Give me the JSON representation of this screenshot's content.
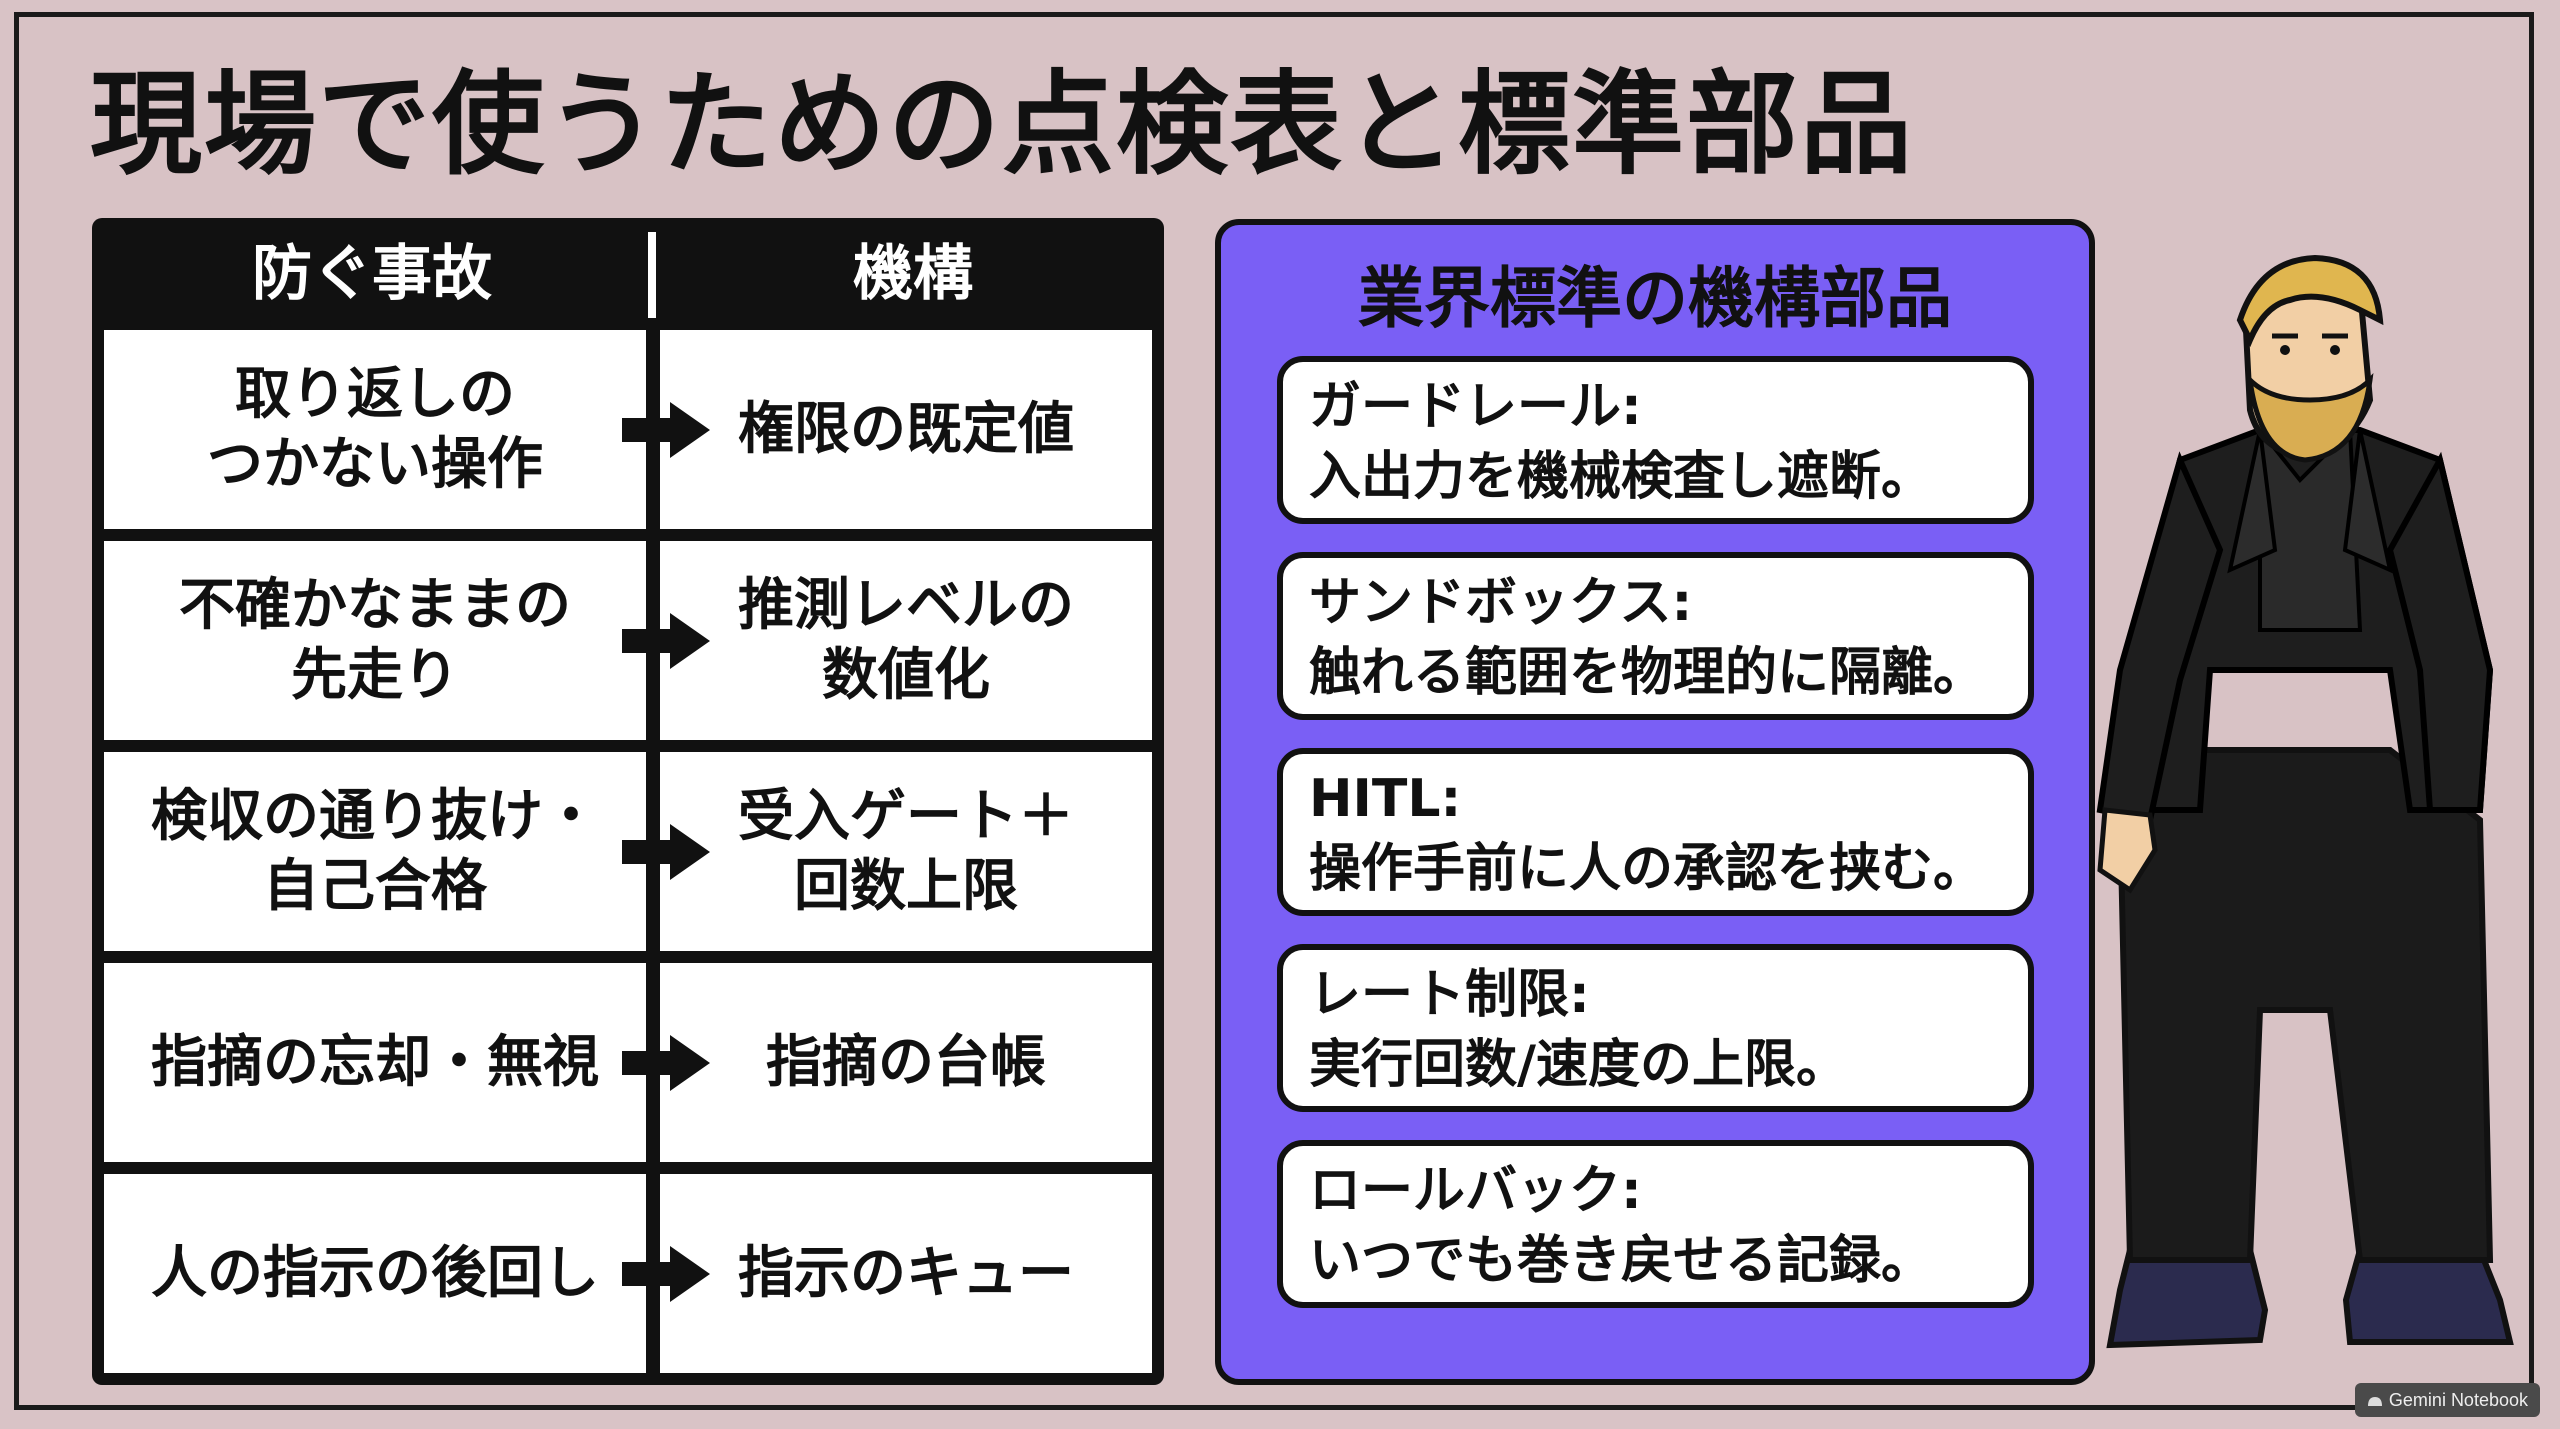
{
  "title": "現場で使うための点検表と標準部品",
  "table": {
    "headers": [
      "防ぐ事故",
      "機構"
    ],
    "rows": [
      {
        "accident": [
          "取り返しの",
          "つかない操作"
        ],
        "mechanism": [
          "権限の既定値"
        ]
      },
      {
        "accident": [
          "不確かなままの",
          "先走り"
        ],
        "mechanism": [
          "推測レベルの",
          "数値化"
        ]
      },
      {
        "accident": [
          "検収の通り抜け・",
          "自己合格"
        ],
        "mechanism": [
          "受入ゲート＋",
          "回数上限"
        ]
      },
      {
        "accident": [
          "指摘の忘却・無視"
        ],
        "mechanism": [
          "指摘の台帳"
        ]
      },
      {
        "accident": [
          "人の指示の後回し"
        ],
        "mechanism": [
          "指示のキュー"
        ]
      }
    ]
  },
  "panel": {
    "title": "業界標準の機構部品",
    "cards": [
      {
        "head": "ガードレール:",
        "body": "入出力を機械検査し遮断。"
      },
      {
        "head": "サンドボックス:",
        "body": "触れる範囲を物理的に隔離。"
      },
      {
        "head": "HITL:",
        "body": "操作手前に人の承認を挟む。"
      },
      {
        "head": "レート制限:",
        "body": "実行回数/速度の上限。"
      },
      {
        "head": "ロールバック:",
        "body": "いつでも巻き戻せる記録。"
      }
    ]
  },
  "badge": "Gemini Notebook",
  "colors": {
    "background": "#d8c2c5",
    "panel": "#7a5ff5",
    "ink": "#111111"
  }
}
